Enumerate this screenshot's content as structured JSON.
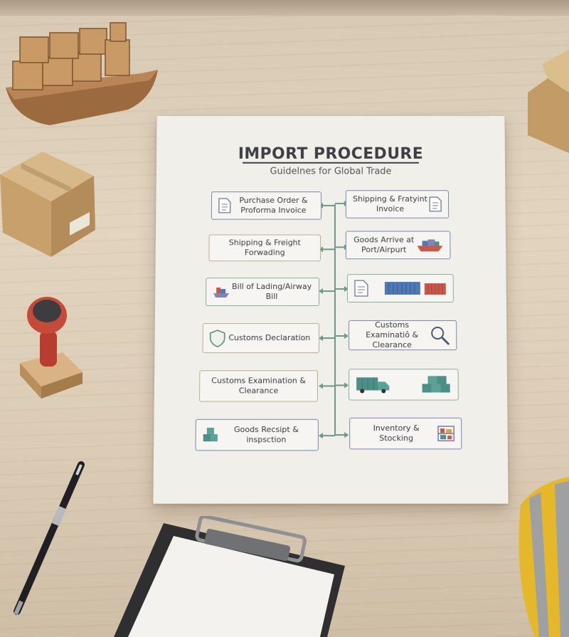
{
  "document": {
    "title": "IMPORT PROCEDURE",
    "subtitle": "Guidelnes for Global Trade"
  },
  "left_steps": [
    {
      "label": "Purchase Order & Proforma Invoice",
      "icon": "document-icon"
    },
    {
      "label": "Shipping & Freight Forwading",
      "icon": ""
    },
    {
      "label": "Bill of Lading/Airway Bill",
      "icon": "ship-icon"
    },
    {
      "label": "Customs Declaration",
      "icon": "shield-icon"
    },
    {
      "label": "Customs Examination & Clearance",
      "icon": ""
    },
    {
      "label": "Goods Recsipt & inspsction",
      "icon": "boxes-icon"
    }
  ],
  "right_steps": [
    {
      "label": "Shipping & Fratyint  Invoice",
      "icon": "document-icon"
    },
    {
      "label": "Goods Arrive at Port/Airpurt",
      "icon": "ship-icon"
    },
    {
      "label": "",
      "icon": "containers-icon"
    },
    {
      "label": "Customs Examinatiô & Clearance",
      "icon": "magnifier-icon"
    },
    {
      "label": "",
      "icon": "truck-icon"
    },
    {
      "label": "Inventory & Stocking",
      "icon": "shelf-icon"
    }
  ],
  "colors": {
    "paper": "#f1efea",
    "connector": "#6a9a8a",
    "border_blue": "#7d86b5",
    "border_green": "#8aae9c",
    "container_blue": "#4f78b5",
    "container_red": "#c9584a",
    "teal_cargo": "#4b8f86"
  }
}
